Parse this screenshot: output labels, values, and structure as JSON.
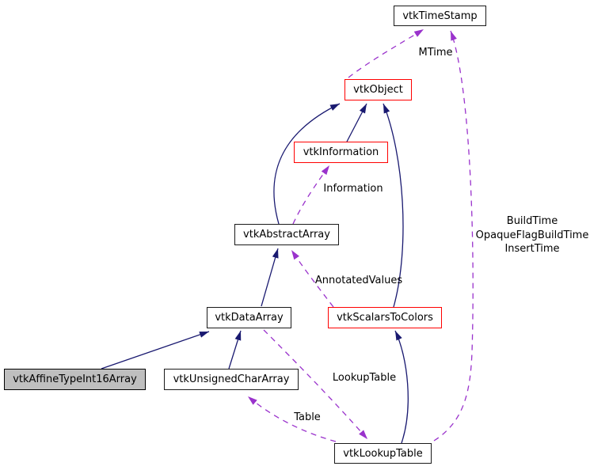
{
  "nodes": {
    "timestamp": {
      "label": "vtkTimeStamp",
      "style": "normal"
    },
    "object": {
      "label": "vtkObject",
      "style": "truncated"
    },
    "information": {
      "label": "vtkInformation",
      "style": "truncated"
    },
    "abstract_array": {
      "label": "vtkAbstractArray",
      "style": "normal"
    },
    "data_array": {
      "label": "vtkDataArray",
      "style": "normal"
    },
    "scalars_to_colors": {
      "label": "vtkScalarsToColors",
      "style": "truncated"
    },
    "affine_type_int16": {
      "label": "vtkAffineTypeInt16Array",
      "style": "current"
    },
    "unsigned_char_array": {
      "label": "vtkUnsignedCharArray",
      "style": "normal"
    },
    "lookup_table": {
      "label": "vtkLookupTable",
      "style": "normal"
    }
  },
  "edge_labels": {
    "mtime": "MTime",
    "information": "Information",
    "annotated_values": "AnnotatedValues",
    "lookup_table": "LookupTable",
    "table": "Table",
    "build_time_lines": [
      "BuildTime",
      "OpaqueFlagBuildTime",
      "InsertTime"
    ]
  },
  "edges": [
    {
      "from": "information",
      "to": "object",
      "relation": "inheritance"
    },
    {
      "from": "abstract_array",
      "to": "object",
      "relation": "inheritance"
    },
    {
      "from": "scalars_to_colors",
      "to": "object",
      "relation": "inheritance"
    },
    {
      "from": "data_array",
      "to": "abstract_array",
      "relation": "inheritance"
    },
    {
      "from": "affine_type_int16",
      "to": "data_array",
      "relation": "inheritance"
    },
    {
      "from": "unsigned_char_array",
      "to": "data_array",
      "relation": "inheritance"
    },
    {
      "from": "lookup_table",
      "to": "scalars_to_colors",
      "relation": "inheritance"
    },
    {
      "from": "object",
      "to": "timestamp",
      "relation": "usage",
      "label": "MTime"
    },
    {
      "from": "abstract_array",
      "to": "information",
      "relation": "usage",
      "label": "Information"
    },
    {
      "from": "scalars_to_colors",
      "to": "abstract_array",
      "relation": "usage",
      "label": "AnnotatedValues"
    },
    {
      "from": "data_array",
      "to": "lookup_table",
      "relation": "usage",
      "label": "LookupTable"
    },
    {
      "from": "lookup_table",
      "to": "unsigned_char_array",
      "relation": "usage",
      "label": "Table"
    },
    {
      "from": "lookup_table",
      "to": "timestamp",
      "relation": "usage",
      "label": "BuildTime OpaqueFlagBuildTime InsertTime"
    }
  ],
  "colors": {
    "inheritance_edge": "#191970",
    "usage_edge": "#9a32cc",
    "truncated_node_border": "#ff0000",
    "node_border": "#1a1a1a",
    "current_node_fill": "#bfbfbf",
    "node_fill": "#ffffff",
    "background": "#ffffff",
    "text": "#000000"
  }
}
